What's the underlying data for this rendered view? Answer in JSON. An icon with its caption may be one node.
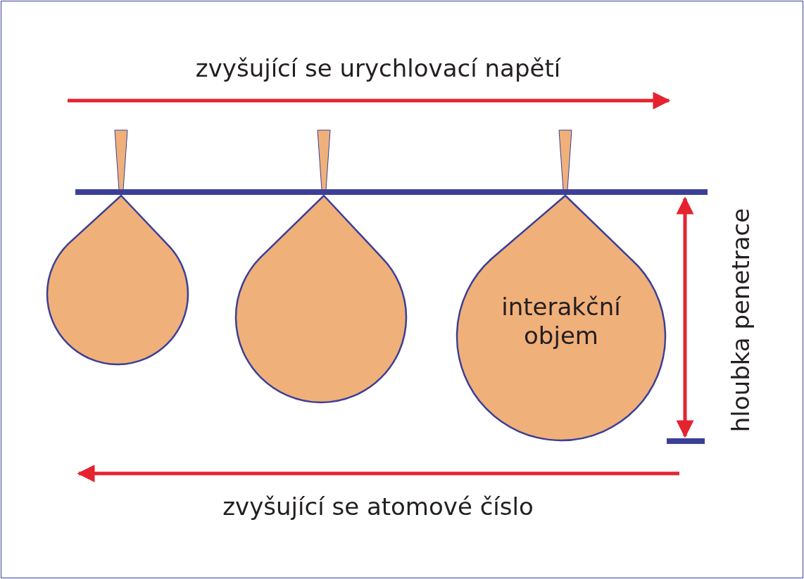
{
  "diagram": {
    "nodes": [
      {
        "text": [],
        "shape": "beam"
      },
      {
        "text": [],
        "shape": "beam"
      },
      {
        "text": [],
        "shape": "beam"
      },
      {
        "text": [],
        "shape": "drop"
      },
      {
        "text": [],
        "shape": "drop"
      },
      {
        "text": [
          "interakční objem"
        ]
      }
    ],
    "labels": [
      "zvyšující se urychlovací napětí",
      "hloubka penetrace",
      "zvyšující se atomové číslo"
    ]
  }
}
